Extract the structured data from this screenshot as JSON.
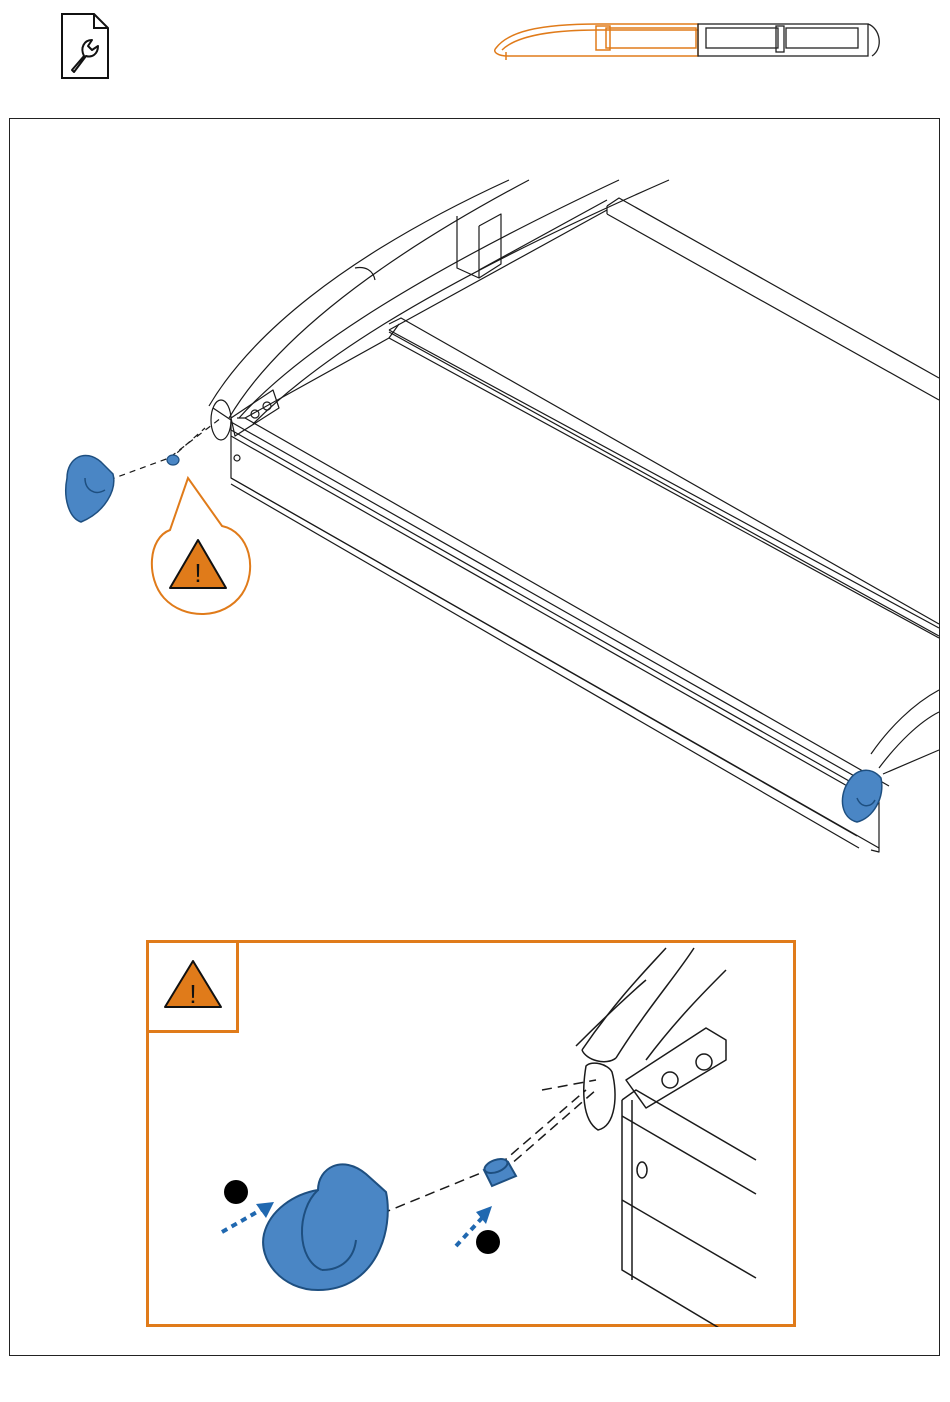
{
  "header": {
    "icon": "wrench-document-icon",
    "thumbnail": "product-outline-thumbnail"
  },
  "colors": {
    "accent": "#E07B1A",
    "part_blue": "#4A86C5",
    "part_blue_dark": "#2D5F94",
    "warning_fill": "#E07B1A",
    "line": "#1a1a1a"
  },
  "illustration": {
    "main": "frame-end-cap-assembly",
    "callout": "warning-callout",
    "warning_symbol": "!"
  },
  "detail": {
    "warning_symbol": "!",
    "steps": [
      "",
      ""
    ]
  }
}
